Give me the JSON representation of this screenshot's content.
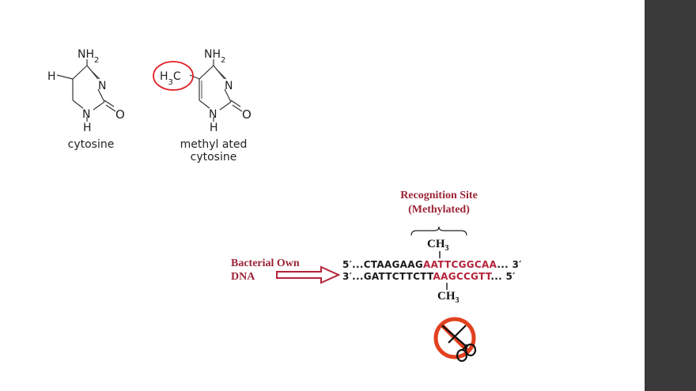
{
  "molecules": {
    "cytosine": {
      "amine": "NH2",
      "ring_n3": "N",
      "ring_n1": "N",
      "n1_h": "H",
      "oxygen": "O",
      "c5_substituent": "H",
      "caption": "cytosine"
    },
    "methylated": {
      "amine": "NH2",
      "ring_n3": "N",
      "ring_n1": "N",
      "n1_h": "H",
      "oxygen": "O",
      "methyl": "H3C",
      "caption_line1": "methyl ated",
      "caption_line2": "cytosine",
      "circle_color": "#e11d23"
    }
  },
  "recognition": {
    "title": "Recognition Site",
    "subtitle": "(Methylated)",
    "ch3_top": "CH3",
    "ch3_bottom": "CH3"
  },
  "dna": {
    "label_line1": "Bacterial Own",
    "label_line2": "DNA",
    "arrow_color": "#b4233a",
    "strand_top": {
      "prefix": "5′...CTAAGAAG",
      "site": "AATTCGGCAA",
      "suffix": "... 3′"
    },
    "strand_bottom": {
      "prefix": "3′...GATTCTTCTT",
      "site": "AAGCCGTT",
      "suffix": "... 5′"
    }
  },
  "no_cut_icon": "no-scissors-icon",
  "colors": {
    "accent_red": "#b4233a",
    "sidebar": "#3a3a3a"
  }
}
